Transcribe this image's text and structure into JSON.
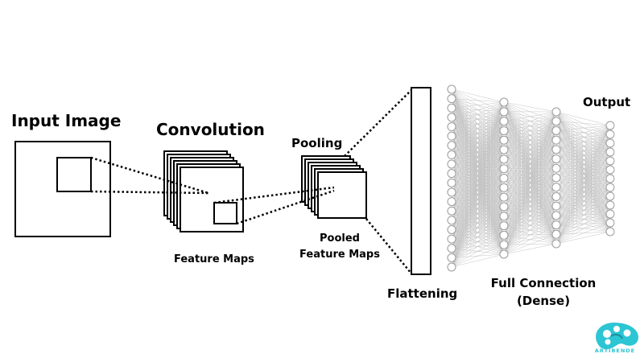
{
  "diagram": {
    "stages": {
      "input_image": "Input Image",
      "convolution": "Convolution",
      "feature_maps": "Feature Maps",
      "pooling": "Pooling",
      "pooled_feature_maps_line1": "Pooled",
      "pooled_feature_maps_line2": "Feature Maps",
      "flattening": "Flattening",
      "full_connection_line1": "Full Connection",
      "full_connection_line2": "(Dense)",
      "output": "Output"
    },
    "network_layers": [
      {
        "nodes": 20
      },
      {
        "nodes": 17
      },
      {
        "nodes": 15
      },
      {
        "nodes": 13
      }
    ],
    "colors": {
      "stroke": "#000000",
      "node": "#ffffff",
      "node_stroke": "#9a9a9a",
      "edge": "#c4c4c4",
      "logo": "#2cc5d4"
    },
    "logo": {
      "icon": "palette-brain-icon",
      "text": "ARTIBENDE"
    }
  }
}
